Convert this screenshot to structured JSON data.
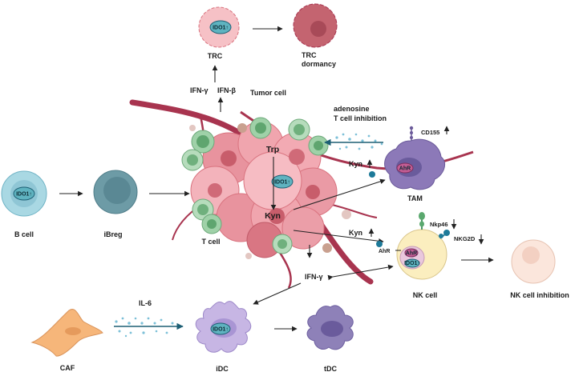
{
  "labels": {
    "ido1": "IDO1",
    "trc": "TRC",
    "trc_dormancy_1": "TRC",
    "trc_dormancy_2": "dormancy",
    "ifn_g": "IFN-γ",
    "ifn_b": "IFN-β",
    "tumor_cell": "Tumor cell",
    "adenosine": "adenosine",
    "t_cell_inhibition": "T cell inhibition",
    "cd155": "CD155",
    "ahr": "AhR",
    "kyn": "Kyn",
    "trp": "Trp",
    "tam": "TAM",
    "b_cell": "B cell",
    "ibreg": "iBreg",
    "t_cell": "T cell",
    "nkp46": "Nkp46",
    "nkg2d": "NKG2D",
    "nk_cell": "NK cell",
    "nk_cell_inhibition": "NK cell inhibition",
    "ifn_gamma_center": "IFN-γ",
    "il6": "IL-6",
    "caf": "CAF",
    "idc": "iDC",
    "tdc": "tDC"
  },
  "colors": {
    "tumor": "#f2a7b0",
    "tumor_dark": "#d9737f",
    "vessel": "#a8344f",
    "tcell": "#9fd1a8",
    "ido1": "#5fb3c0",
    "bcell": "#a9d8e3",
    "ibreg": "#5f8f9b",
    "tam": "#8c79b8",
    "nk": "#fbeebf",
    "idc": "#c7b6e4",
    "tdc": "#8e81b8",
    "caf": "#f6b67a",
    "signal": "#4fa3c4"
  }
}
